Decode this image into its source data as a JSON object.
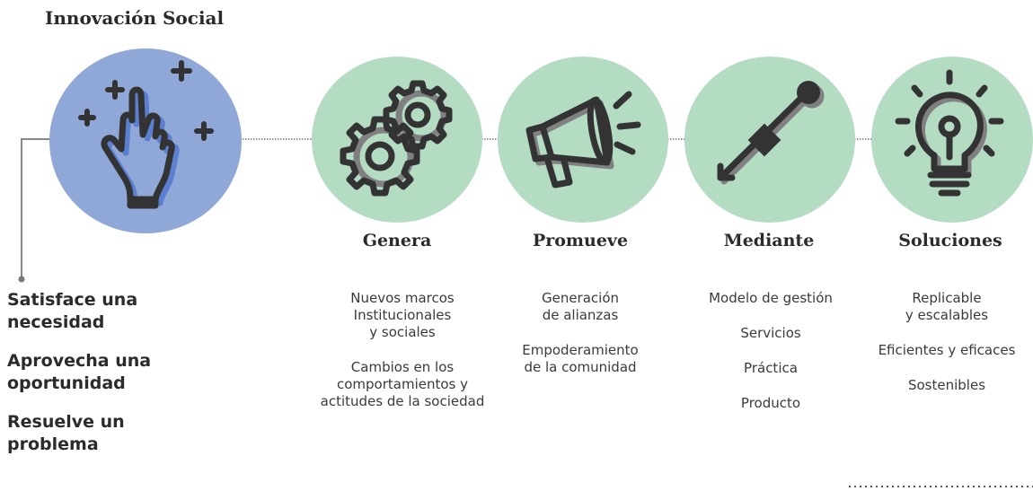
{
  "title": "Innovación Social",
  "colors": {
    "main_circle": "#8fa8d8",
    "step_circle": "#b3dcc3",
    "icon_stroke": "#333333",
    "icon_shadow_blue": "#5b7fd1",
    "icon_shadow_gray": "#808080",
    "connector": "#888888"
  },
  "main_icon": "raised-hand-sparkles-icon",
  "left_items": [
    "Satisface una\nnecesidad",
    "Aprovecha una\noportunidad",
    "Resuelve un\nproblema"
  ],
  "steps": [
    {
      "heading": "Genera",
      "icon": "gears-icon",
      "items": [
        "Nuevos marcos\nInstitucionales\ny sociales",
        "Cambios en los\ncomportamientos y\nactitudes de la sociedad"
      ]
    },
    {
      "heading": "Promueve",
      "icon": "megaphone-icon",
      "items": [
        "Generación\nde alianzas",
        "Empoderamiento\nde la comunidad"
      ]
    },
    {
      "heading": "Mediante",
      "icon": "arrow-path-icon",
      "items": [
        "Modelo de gestión",
        "Servicios",
        "Práctica",
        "Producto"
      ]
    },
    {
      "heading": "Soluciones",
      "icon": "lightbulb-icon",
      "items": [
        "Replicable\ny escalables",
        "Eficientes y eficaces",
        "Sostenibles"
      ]
    }
  ]
}
